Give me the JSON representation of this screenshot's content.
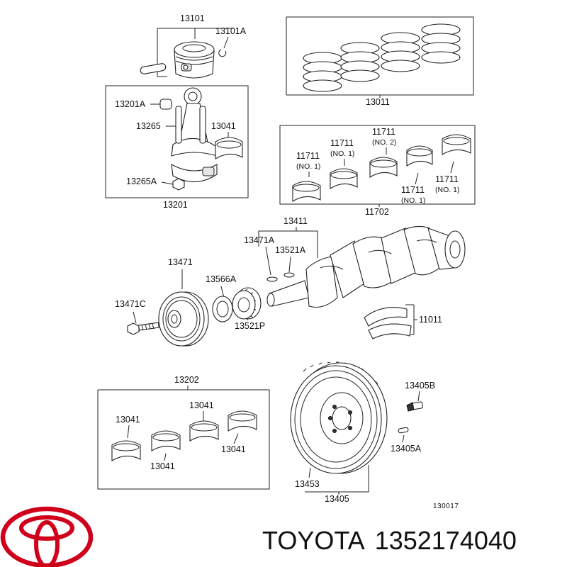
{
  "diagram": {
    "ref_number": "130017",
    "labels": {
      "l13101": "13101",
      "l13101A": "13101A",
      "l13011": "13011",
      "l13201A": "13201A",
      "l13265": "13265",
      "l13041a": "13041",
      "l13265A": "13265A",
      "l13201": "13201",
      "l11711_1": "11711",
      "l11711_1n": "(NO. 1)",
      "l11711_2": "11711",
      "l11711_2n": "(NO. 1)",
      "l11711_3": "11711",
      "l11711_3n": "(NO. 2)",
      "l11711_4": "11711",
      "l11711_4n": "(NO. 1)",
      "l11711_5": "11711",
      "l11711_5n": "(NO. 1)",
      "l11702": "11702",
      "l13411": "13411",
      "l13471A": "13471A",
      "l13521A": "13521A",
      "l13471": "13471",
      "l13566A": "13566A",
      "l13471C": "13471C",
      "l13521P": "13521P",
      "l11011": "11011",
      "l13202": "13202",
      "l13041b": "13041",
      "l13041c": "13041",
      "l13041d": "13041",
      "l13041e": "13041",
      "l13405B": "13405B",
      "l13405A": "13405A",
      "l13453": "13453",
      "l13405": "13405"
    }
  },
  "brand": {
    "name": "TOYOTA",
    "part_number": "1352174040",
    "logo_color": "#d0001c"
  }
}
